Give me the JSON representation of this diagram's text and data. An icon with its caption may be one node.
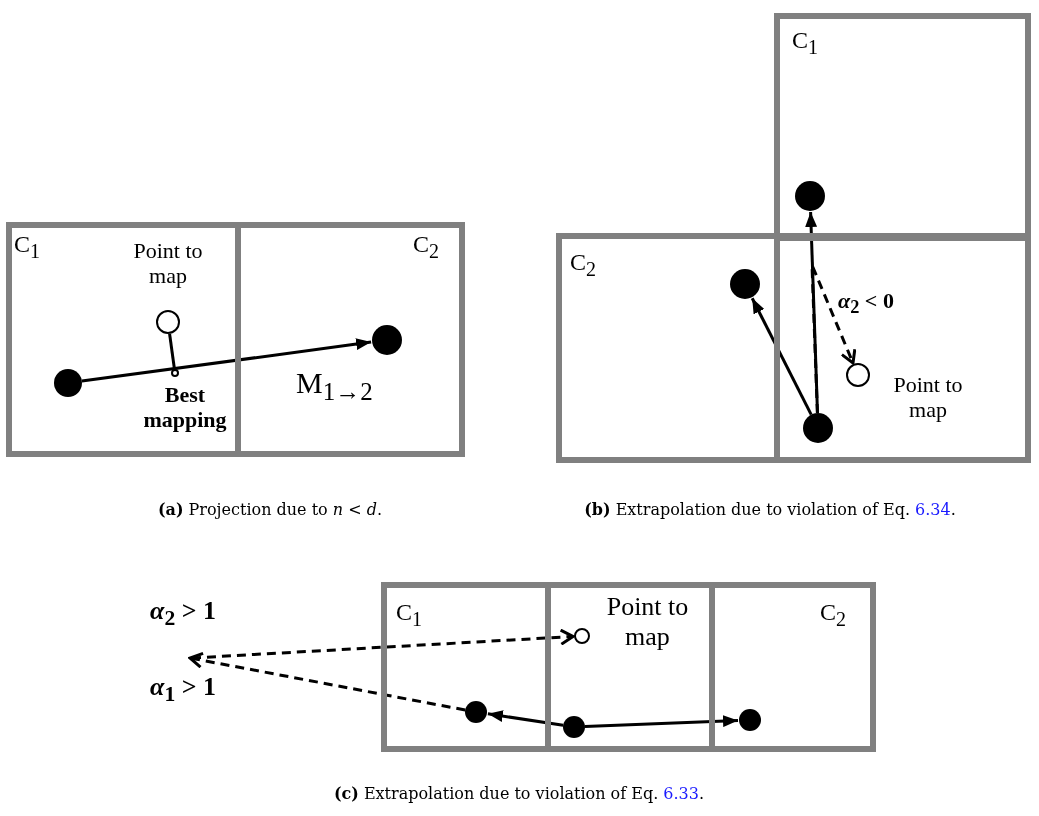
{
  "diagram": {
    "nodes": [
      {
        "text": [
          "C$_{1}$"
        ]
      },
      {
        "text": [
          "C$_{2}$"
        ]
      },
      {
        "text": [],
        "shape": "circle",
        "in": 0
      },
      {
        "text": [],
        "shape": "circle",
        "in": 0,
        "beside": [
          "Point to map"
        ]
      },
      {
        "text": [],
        "shape": "circle",
        "in": 0,
        "beside": [
          "Best mapping"
        ]
      },
      {
        "text": [],
        "shape": "circle",
        "in": 1
      },
      {
        "text": [
          "C$_{1}$"
        ]
      },
      {
        "text": [
          "C$_{2}$"
        ]
      },
      {
        "text": [],
        "shape": "box"
      },
      {
        "text": [],
        "shape": "circle",
        "in": 6
      },
      {
        "text": [],
        "shape": "circle",
        "in": 7
      },
      {
        "text": [],
        "shape": "circle",
        "in": 8
      },
      {
        "text": [],
        "shape": "circle",
        "in": 8,
        "beside": [
          "Point to map"
        ]
      },
      {
        "text": [
          "C$_{1}$"
        ]
      },
      {
        "text": [],
        "shape": "box"
      },
      {
        "text": [
          "C$_{2}$"
        ]
      },
      {
        "text": [],
        "shape": "circle",
        "in": 14,
        "beside": [
          "Point to map"
        ]
      },
      {
        "text": [],
        "shape": "circle",
        "in": 13
      },
      {
        "text": [],
        "shape": "circle",
        "in": 14
      },
      {
        "text": [],
        "shape": "circle",
        "in": 15
      }
    ],
    "edges": [
      {
        "from": 2,
        "to": 5,
        "arrow": "to",
        "label": "M$_{1→2}$"
      },
      {
        "from": 3,
        "to": 4,
        "arrow": "none"
      },
      {
        "from": 11,
        "to": 9,
        "arrow": "to"
      },
      {
        "from": 11,
        "to": 10,
        "arrow": "to"
      },
      {
        "from": 11,
        "to": 12,
        "arrow": "to",
        "style": "dashed",
        "label": "*α*$_{2}$ < 0"
      },
      {
        "from": 18,
        "to": 17,
        "arrow": "to"
      },
      {
        "from": 18,
        "to": 19,
        "arrow": "to"
      },
      {
        "from": 17,
        "to": null,
        "arrow": "to",
        "style": "dashed"
      },
      {
        "from": null,
        "to": 16,
        "arrow": "to",
        "style": "dashed"
      }
    ],
    "labels": [
      "**(a)** Projection due to *n* < *d*.",
      "**(b)** Extrapolation due to violation of Eq. 6.34.",
      "*α*$_{2}$ > 1",
      "*α*$_{1}$ > 1",
      "**(c)** Extrapolation due to violation of Eq. 6.33."
    ]
  }
}
